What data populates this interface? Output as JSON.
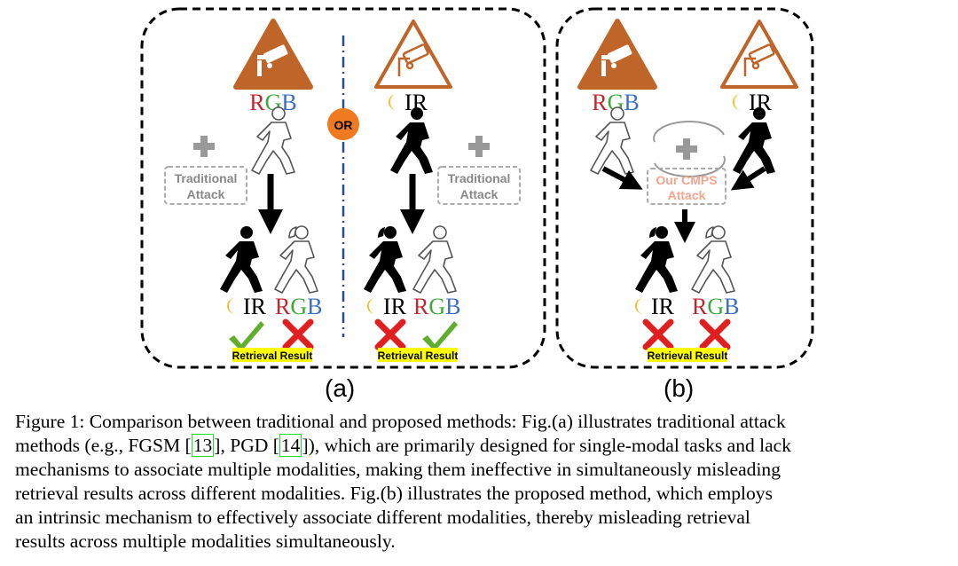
{
  "figure": {
    "panel_a": {
      "label": "(a)",
      "left": {
        "modality_r": "R",
        "modality_g": "G",
        "modality_b": "B",
        "attack_line1": "Traditional",
        "attack_line2": "Attack",
        "result_left_modality": "IR",
        "result_right_r": "R",
        "result_right_g": "G",
        "result_right_b": "B",
        "retrieval": "Retrieval Result"
      },
      "or_label": "OR",
      "right": {
        "modality": "IR",
        "attack_line1": "Traditional",
        "attack_line2": "Attack",
        "result_left_modality": "IR",
        "result_right_r": "R",
        "result_right_g": "G",
        "result_right_b": "B",
        "retrieval": "Retrieval Result"
      }
    },
    "panel_b": {
      "label": "(b)",
      "modality_r": "R",
      "modality_g": "G",
      "modality_b": "B",
      "modality_ir": "IR",
      "attack_line1": "Our CMPS",
      "attack_line2": "Attack",
      "result_left_modality": "IR",
      "result_right_r": "R",
      "result_right_g": "G",
      "result_right_b": "B",
      "retrieval": "Retrieval Result"
    },
    "colors": {
      "rgb_r": "#c0272d",
      "rgb_g": "#3aa935",
      "rgb_b": "#3b6fc4",
      "camera_fill": "#c0652a",
      "or_fill": "#f07a20",
      "check": "#5fae2e",
      "cross": "#e02020",
      "highlight": "#ffff00",
      "ours_text": "#f4a58e",
      "axis_dash": "#2b4c8c"
    }
  },
  "caption": {
    "l1": "Figure 1: Comparison between traditional and proposed methods: Fig.(a) illustrates traditional attack",
    "l2a": "methods (e.g., FGSM ",
    "cite1": "13",
    "l2b": ", PGD ",
    "cite2": "14",
    "l2c": "), which are primarily designed for single-modal tasks and lack",
    "l3": "mechanisms to associate multiple modalities, making them ineffective in simultaneously misleading",
    "l4": "retrieval results across different modalities. Fig.(b) illustrates the proposed method, which employs",
    "l5": "an intrinsic mechanism to effectively associate different modalities, thereby misleading retrieval",
    "l6": "results across multiple modalities simultaneously."
  }
}
